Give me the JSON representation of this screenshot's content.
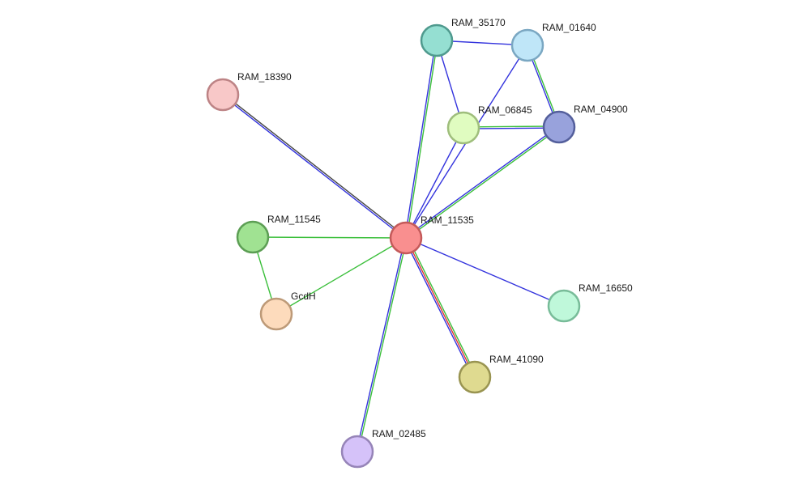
{
  "nodes": [
    {
      "id": "RAM_11535",
      "label": "RAM_11535",
      "fill": "#f98f8f",
      "stroke": "#c45a5a"
    },
    {
      "id": "RAM_35170",
      "label": "RAM_35170",
      "fill": "#95dfd2",
      "stroke": "#4f9a8e"
    },
    {
      "id": "RAM_01640",
      "label": "RAM_01640",
      "fill": "#bfe6f8",
      "stroke": "#7aa7c2"
    },
    {
      "id": "RAM_06845",
      "label": "RAM_06845",
      "fill": "#e0fcc0",
      "stroke": "#9fbe7c"
    },
    {
      "id": "RAM_04900",
      "label": "RAM_04900",
      "fill": "#98a2dc",
      "stroke": "#545f9c"
    },
    {
      "id": "RAM_18390",
      "label": "RAM_18390",
      "fill": "#f8c8c8",
      "stroke": "#bd8385"
    },
    {
      "id": "RAM_11545",
      "label": "RAM_11545",
      "fill": "#a0e292",
      "stroke": "#5c9e54"
    },
    {
      "id": "GcdH",
      "label": "GcdH",
      "fill": "#fddbbc",
      "stroke": "#bd9a78"
    },
    {
      "id": "RAM_16650",
      "label": "RAM_16650",
      "fill": "#bff8da",
      "stroke": "#78bc99"
    },
    {
      "id": "RAM_41090",
      "label": "RAM_41090",
      "fill": "#dfda90",
      "stroke": "#999451"
    },
    {
      "id": "RAM_02485",
      "label": "RAM_02485",
      "fill": "#d5c2f9",
      "stroke": "#9684b8"
    }
  ],
  "edges": [
    {
      "source": "RAM_35170",
      "target": "RAM_11535",
      "colors": [
        "#3bbf3b",
        "#3333dd"
      ]
    },
    {
      "source": "RAM_35170",
      "target": "RAM_01640",
      "colors": [
        "#3333dd"
      ]
    },
    {
      "source": "RAM_35170",
      "target": "RAM_06845",
      "colors": [
        "#3333dd"
      ]
    },
    {
      "source": "RAM_01640",
      "target": "RAM_04900",
      "colors": [
        "#3bbf3b",
        "#3333dd"
      ]
    },
    {
      "source": "RAM_01640",
      "target": "RAM_11535",
      "colors": [
        "#3333dd"
      ]
    },
    {
      "source": "RAM_06845",
      "target": "RAM_04900",
      "colors": [
        "#3bbf3b",
        "#3333dd"
      ]
    },
    {
      "source": "RAM_06845",
      "target": "RAM_11535",
      "colors": [
        "#3333dd"
      ]
    },
    {
      "source": "RAM_04900",
      "target": "RAM_11535",
      "colors": [
        "#3bbf3b",
        "#3333dd"
      ]
    },
    {
      "source": "RAM_18390",
      "target": "RAM_11535",
      "colors": [
        "#444444",
        "#3333dd"
      ]
    },
    {
      "source": "RAM_11545",
      "target": "RAM_11535",
      "colors": [
        "#3bbf3b"
      ]
    },
    {
      "source": "RAM_11545",
      "target": "GcdH",
      "colors": [
        "#3bbf3b"
      ]
    },
    {
      "source": "GcdH",
      "target": "RAM_11535",
      "colors": [
        "#3bbf3b"
      ]
    },
    {
      "source": "RAM_11535",
      "target": "RAM_16650",
      "colors": [
        "#3333dd"
      ]
    },
    {
      "source": "RAM_11535",
      "target": "RAM_41090",
      "colors": [
        "#3bbf3b",
        "#dd3333",
        "#3333dd"
      ]
    },
    {
      "source": "RAM_11535",
      "target": "RAM_02485",
      "colors": [
        "#3bbf3b",
        "#3333dd"
      ]
    }
  ]
}
